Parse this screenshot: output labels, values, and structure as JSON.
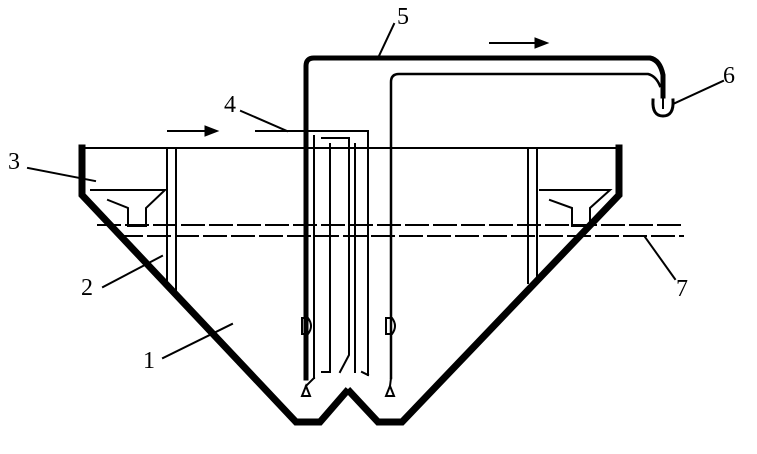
{
  "diagram": {
    "labels": {
      "l1": "1",
      "l2": "2",
      "l3": "3",
      "l4": "4",
      "l5": "5",
      "l6": "6",
      "l7": "7"
    },
    "arrows": [
      "flow-arrow-top",
      "flow-arrow-surface"
    ],
    "colors": {
      "line": "#000000",
      "background": "#ffffff"
    }
  }
}
